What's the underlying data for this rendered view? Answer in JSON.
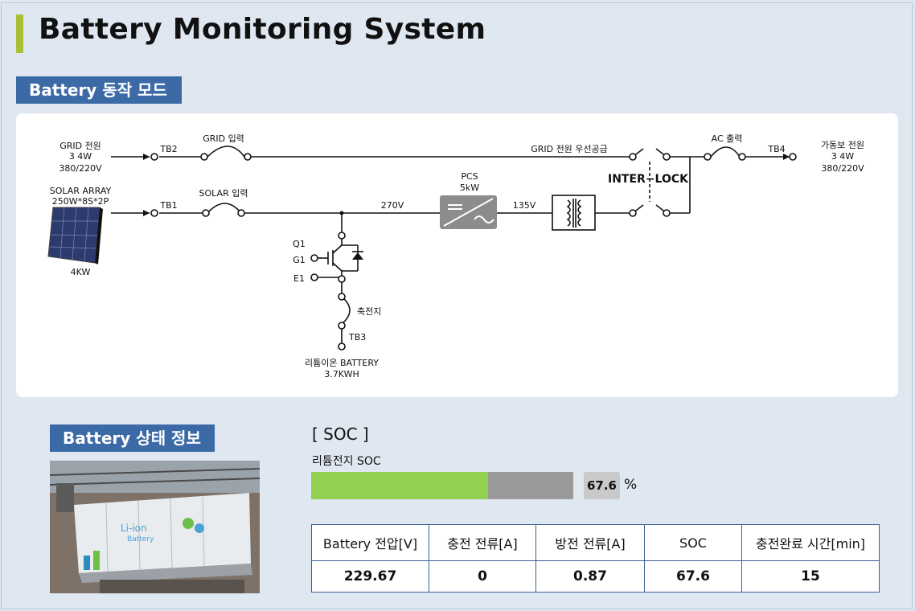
{
  "page": {
    "title": "Battery Monitoring System"
  },
  "sections": {
    "mode": "Battery 동작 모드",
    "status": "Battery 상태 정보"
  },
  "diagram": {
    "grid_source": [
      "GRID 전원",
      "3  4W",
      "380/220V"
    ],
    "solar_source": [
      "SOLAR ARRAY",
      "250W*8S*2P"
    ],
    "solar_power": "4KW",
    "tb2": "TB2",
    "tb1": "TB1",
    "tb3": "TB3",
    "tb4": "TB4",
    "grid_input": "GRID 입력",
    "solar_input": "SOLAR 입력",
    "grid_priority": "GRID 전원 우선공급",
    "interlock": "INTER−LOCK",
    "ac_output": "AC 출력",
    "load": [
      "가동보 전원",
      "3  4W",
      "380/220V"
    ],
    "pcs": [
      "PCS",
      "5kW"
    ],
    "v270": "270V",
    "v135": "135V",
    "q1": "Q1",
    "g1": "G1",
    "e1": "E1",
    "charger": "축전지",
    "battery": [
      "리튬이온 BATTERY",
      "3.7KWH"
    ],
    "colors": {
      "line": "#111111",
      "pcs_box": "#8c8c8c"
    }
  },
  "soc": {
    "title": "[ SOC ]",
    "subtitle": "리튬전지 SOC",
    "value": "67.6",
    "unit": "%",
    "fraction": 0.676,
    "colors": {
      "fill": "#92d050",
      "track": "#9a9a9a"
    }
  },
  "status_table": {
    "headers": [
      "Battery 전압[V]",
      "충전 전류[A]",
      "방전 전류[A]",
      "SOC",
      "충전완료 시간[min]"
    ],
    "values": [
      "229.67",
      "0",
      "0.87",
      "67.6",
      "15"
    ]
  }
}
